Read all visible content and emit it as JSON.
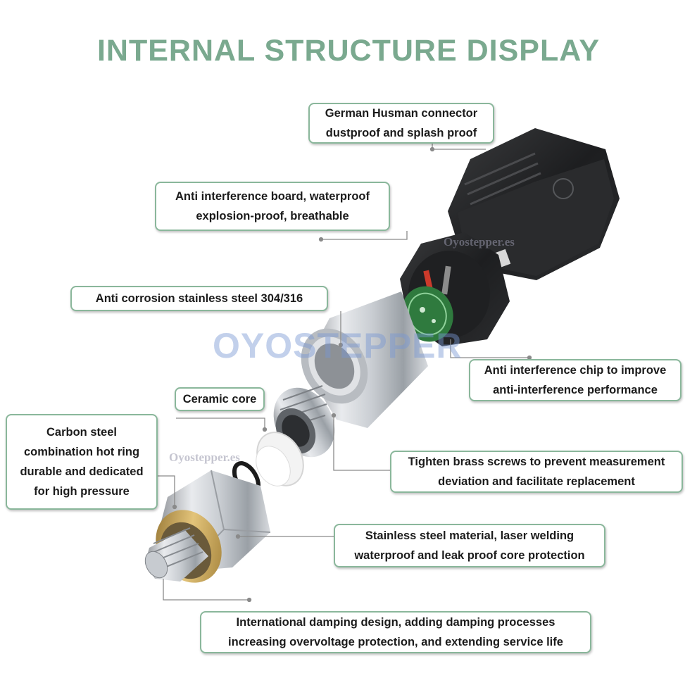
{
  "title": "INTERNAL STRUCTURE DISPLAY",
  "watermark": {
    "brand": "OYOSTEPPER",
    "site_a": "Oyostepper.es",
    "site_b": "Oyostepper.es"
  },
  "callouts": {
    "connector": {
      "line1": "German Husman connector",
      "line2": "dustproof and splash proof"
    },
    "board": {
      "line1": "Anti interference board, waterproof",
      "line2": "explosion-proof, breathable"
    },
    "steel": {
      "line1": "Anti corrosion stainless steel 304/316"
    },
    "chip": {
      "line1": "Anti interference chip to improve",
      "line2": "anti-interference performance"
    },
    "ceramic": {
      "line1": "Ceramic core"
    },
    "carbon": {
      "line1": "Carbon steel",
      "line2": "combination hot ring",
      "line3": "durable and dedicated",
      "line4": "for high pressure"
    },
    "brass": {
      "line1": "Tighten brass screws to prevent measurement",
      "line2": "deviation and facilitate replacement"
    },
    "welding": {
      "line1": "Stainless steel material, laser welding",
      "line2": "waterproof and leak proof core protection"
    },
    "damping": {
      "line1": "International damping design, adding damping processes",
      "line2": "increasing overvoltage protection, and extending service life"
    }
  },
  "colors": {
    "title": "#7aa98f",
    "callout_border": "#8ab79b",
    "leader": "#8a8a8a"
  }
}
